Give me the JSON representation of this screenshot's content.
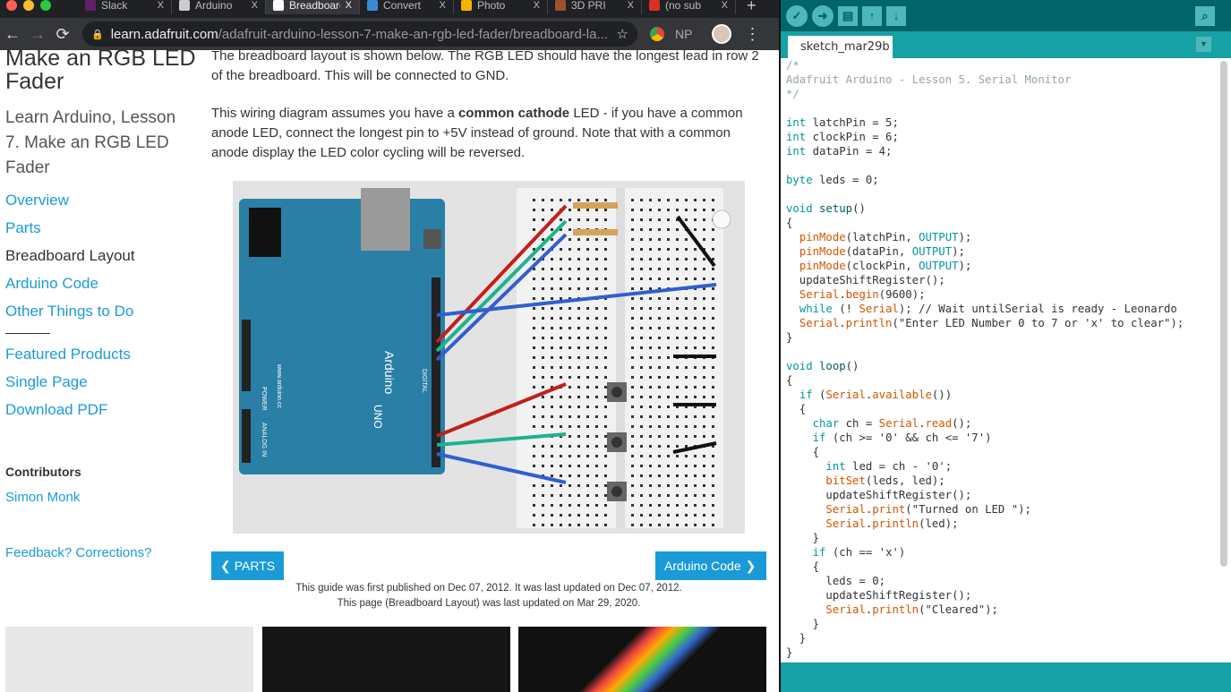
{
  "browser": {
    "tabs": [
      {
        "label": "Slack",
        "color": "#611f69"
      },
      {
        "label": "Arduino",
        "color": "#ccc"
      },
      {
        "label": "Breadboard",
        "color": "#fff",
        "active": true
      },
      {
        "label": "Convert",
        "color": "#3b8ad8"
      },
      {
        "label": "Photo",
        "color": "#f4b400"
      },
      {
        "label": "3D PRI",
        "color": "#a0522d"
      },
      {
        "label": "(no sub",
        "color": "#d93025"
      }
    ],
    "close": "X",
    "new_tab": "+",
    "url_domain": "learn.adafruit.com",
    "url_path": "/adafruit-arduino-lesson-7-make-an-rgb-led-fader/breadboard-la...",
    "ext_np": "NP"
  },
  "page": {
    "title": "Make an RGB LED Fader",
    "subtitle": "Learn Arduino, Lesson 7. Make an RGB LED Fader",
    "nav": [
      "Overview",
      "Parts",
      "Breadboard Layout",
      "Arduino Code",
      "Other Things to Do"
    ],
    "nav2": [
      "Featured Products",
      "Single Page",
      "Download PDF"
    ],
    "contributors_label": "Contributors",
    "contributor": "Simon Monk",
    "feedback": "Feedback? Corrections?",
    "p1": "The breadboard layout is shown below. The RGB LED should have the longest lead in row 2 of the breadboard. This will be connected to GND.",
    "p2a": "This wiring diagram assumes you have a ",
    "p2b": "common cathode",
    "p2c": " LED - if you have a common anode LED, connect the longest pin to +5V instead of ground. Note that with a common anode display the LED color cycling will be reversed.",
    "prev": "PARTS",
    "next": "Arduino Code",
    "published": "This guide was first published on Dec 07, 2012. It was last updated on Dec 07, 2012.",
    "updated": "This page (Breadboard Layout) was last updated on Mar 29, 2020.",
    "board_labels": {
      "brand": "Arduino",
      "model": "UNO",
      "site": "www.arduino.cc",
      "power": "POWER",
      "analog": "ANALOG IN",
      "digital": "DIGITAL"
    }
  },
  "ide": {
    "tab": "sketch_mar29b",
    "code": [
      [
        [
          "/*",
          "c"
        ]
      ],
      [
        [
          "Adafruit Arduino - Lesson 5. Serial Monitor",
          "c"
        ]
      ],
      [
        [
          "*/",
          "c"
        ]
      ],
      [],
      [
        [
          "int",
          "k"
        ],
        [
          " latchPin = 5;",
          ""
        ]
      ],
      [
        [
          "int",
          "k"
        ],
        [
          " clockPin = 6;",
          ""
        ]
      ],
      [
        [
          "int",
          "k"
        ],
        [
          " dataPin = 4;",
          ""
        ]
      ],
      [],
      [
        [
          "byte",
          "k"
        ],
        [
          " leds = 0;",
          ""
        ]
      ],
      [],
      [
        [
          "void",
          "k"
        ],
        [
          " ",
          ""
        ],
        [
          "setup",
          "s"
        ],
        [
          "()",
          ""
        ]
      ],
      [
        [
          "{",
          ""
        ]
      ],
      [
        [
          "  ",
          ""
        ],
        [
          "pinMode",
          "f"
        ],
        [
          "(latchPin, ",
          ""
        ],
        [
          "OUTPUT",
          "k"
        ],
        [
          ");",
          ""
        ]
      ],
      [
        [
          "  ",
          ""
        ],
        [
          "pinMode",
          "f"
        ],
        [
          "(dataPin, ",
          ""
        ],
        [
          "OUTPUT",
          "k"
        ],
        [
          ");",
          ""
        ]
      ],
      [
        [
          "  ",
          ""
        ],
        [
          "pinMode",
          "f"
        ],
        [
          "(clockPin, ",
          ""
        ],
        [
          "OUTPUT",
          "k"
        ],
        [
          ");",
          ""
        ]
      ],
      [
        [
          "  updateShiftRegister();",
          ""
        ]
      ],
      [
        [
          "  ",
          ""
        ],
        [
          "Serial",
          "f"
        ],
        [
          ".",
          ""
        ],
        [
          "begin",
          "f"
        ],
        [
          "(9600);",
          ""
        ]
      ],
      [
        [
          "  ",
          ""
        ],
        [
          "while",
          "k"
        ],
        [
          " (! ",
          ""
        ],
        [
          "Serial",
          "f"
        ],
        [
          "); // Wait untilSerial is ready - Leonardo",
          ""
        ]
      ],
      [
        [
          "  ",
          ""
        ],
        [
          "Serial",
          "f"
        ],
        [
          ".",
          ""
        ],
        [
          "println",
          "f"
        ],
        [
          "(\"Enter LED Number 0 to 7 or 'x' to clear\");",
          ""
        ]
      ],
      [
        [
          "}",
          ""
        ]
      ],
      [],
      [
        [
          "void",
          "k"
        ],
        [
          " ",
          ""
        ],
        [
          "loop",
          "s"
        ],
        [
          "()",
          ""
        ]
      ],
      [
        [
          "{",
          ""
        ]
      ],
      [
        [
          "  ",
          ""
        ],
        [
          "if",
          "k"
        ],
        [
          " (",
          ""
        ],
        [
          "Serial",
          "f"
        ],
        [
          ".",
          ""
        ],
        [
          "available",
          "f"
        ],
        [
          "())",
          ""
        ]
      ],
      [
        [
          "  {",
          ""
        ]
      ],
      [
        [
          "    ",
          ""
        ],
        [
          "char",
          "k"
        ],
        [
          " ch = ",
          ""
        ],
        [
          "Serial",
          "f"
        ],
        [
          ".",
          ""
        ],
        [
          "read",
          "f"
        ],
        [
          "();",
          ""
        ]
      ],
      [
        [
          "    ",
          ""
        ],
        [
          "if",
          "k"
        ],
        [
          " (ch >= '0' && ch <= '7')",
          ""
        ]
      ],
      [
        [
          "    {",
          ""
        ]
      ],
      [
        [
          "      ",
          ""
        ],
        [
          "int",
          "k"
        ],
        [
          " led = ch - '0';",
          ""
        ]
      ],
      [
        [
          "      ",
          ""
        ],
        [
          "bitSet",
          "f"
        ],
        [
          "(leds, led);",
          ""
        ]
      ],
      [
        [
          "      updateShiftRegister();",
          ""
        ]
      ],
      [
        [
          "      ",
          ""
        ],
        [
          "Serial",
          "f"
        ],
        [
          ".",
          ""
        ],
        [
          "print",
          "f"
        ],
        [
          "(\"Turned on LED \");",
          ""
        ]
      ],
      [
        [
          "      ",
          ""
        ],
        [
          "Serial",
          "f"
        ],
        [
          ".",
          ""
        ],
        [
          "println",
          "f"
        ],
        [
          "(led);",
          ""
        ]
      ],
      [
        [
          "    }",
          ""
        ]
      ],
      [
        [
          "    ",
          ""
        ],
        [
          "if",
          "k"
        ],
        [
          " (ch == 'x')",
          ""
        ]
      ],
      [
        [
          "    {",
          ""
        ]
      ],
      [
        [
          "      leds = 0;",
          ""
        ]
      ],
      [
        [
          "      updateShiftRegister();",
          ""
        ]
      ],
      [
        [
          "      ",
          ""
        ],
        [
          "Serial",
          "f"
        ],
        [
          ".",
          ""
        ],
        [
          "println",
          "f"
        ],
        [
          "(\"Cleared\");",
          ""
        ]
      ],
      [
        [
          "    }",
          ""
        ]
      ],
      [
        [
          "  }",
          ""
        ]
      ],
      [
        [
          "}",
          ""
        ]
      ]
    ]
  }
}
